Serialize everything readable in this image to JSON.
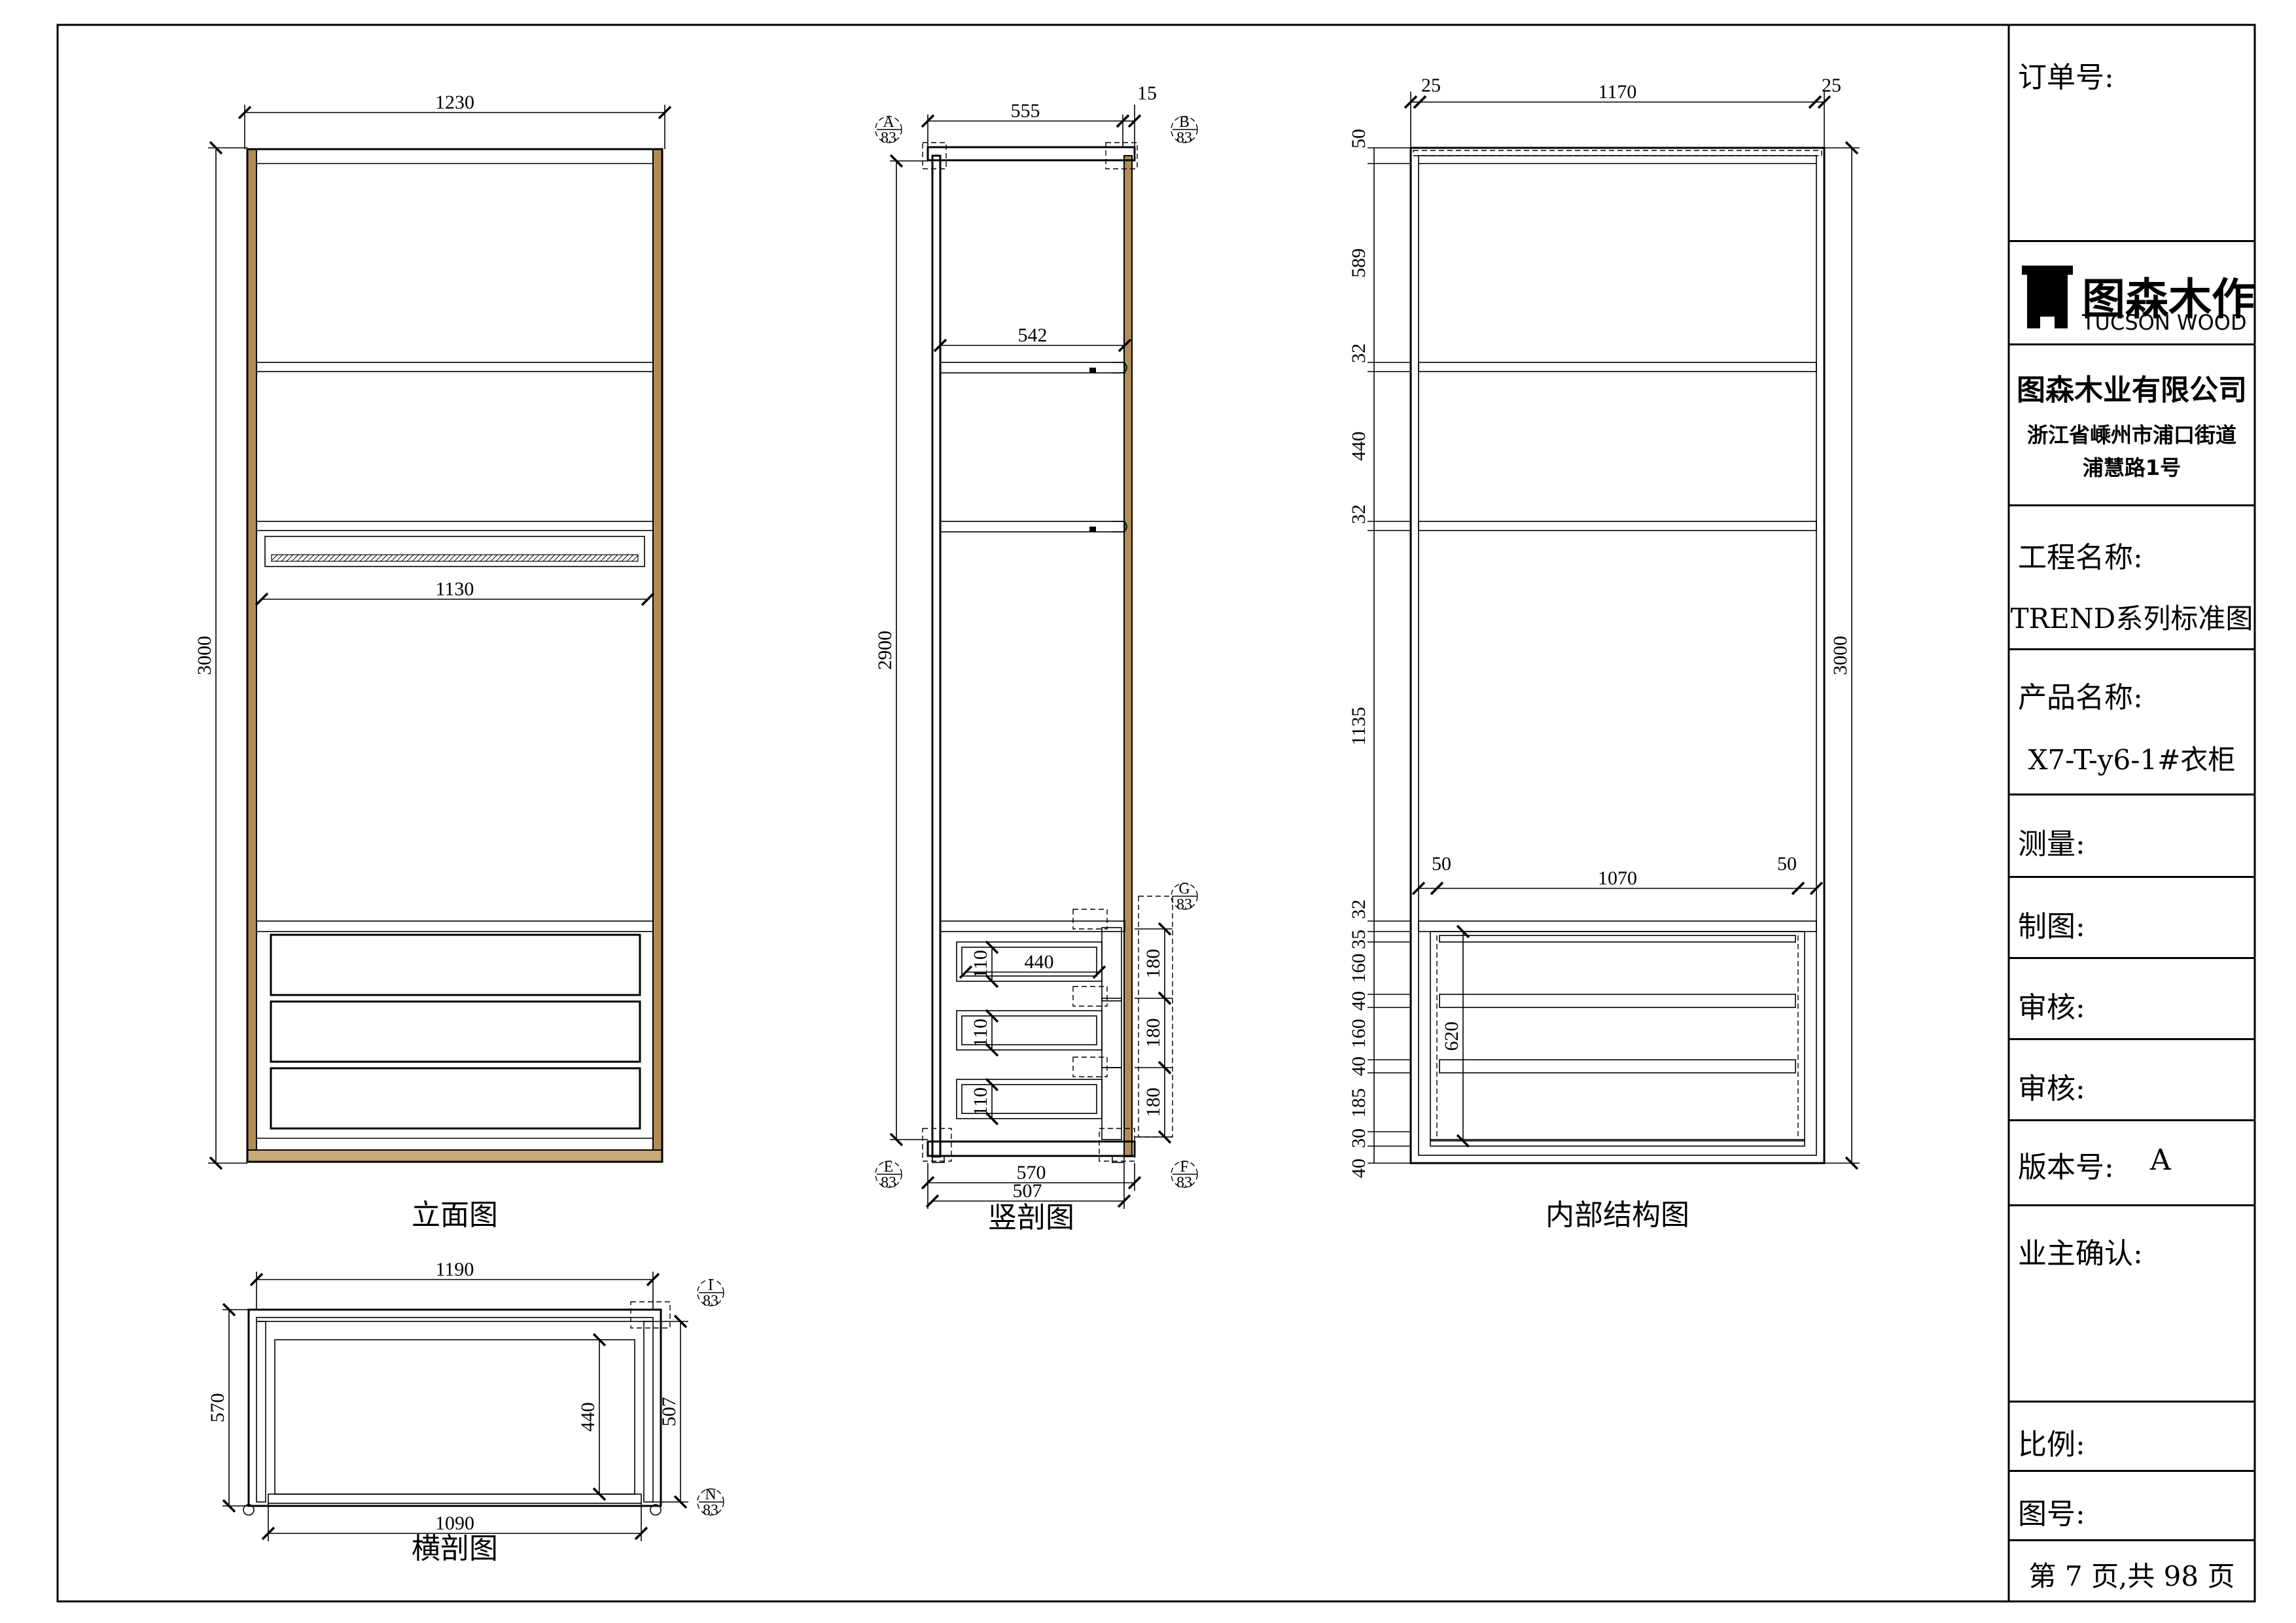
{
  "views": {
    "elevation": {
      "caption": "立面图",
      "dims": {
        "width": "1230",
        "height": "3000",
        "rail_width": "1130"
      }
    },
    "vertical_section": {
      "caption": "竖剖图",
      "dims": {
        "depth": "555",
        "edge": "15",
        "height": "2900",
        "shelf": "542",
        "base_outer": "570",
        "base_inner": "507",
        "drawer_depth": "440",
        "drawer_h1": "110",
        "drawer_h2": "110",
        "drawer_h3": "110",
        "front_h1": "180",
        "front_h2": "180",
        "front_h3": "180"
      },
      "callouts": [
        {
          "letter": "A",
          "num": "83"
        },
        {
          "letter": "B",
          "num": "83"
        },
        {
          "letter": "G",
          "num": "83"
        },
        {
          "letter": "E",
          "num": "83"
        },
        {
          "letter": "F",
          "num": "83"
        }
      ]
    },
    "internal": {
      "caption": "内部结构图",
      "dims": {
        "side_left": "25",
        "inner_width": "1170",
        "side_right": "25",
        "height": "3000",
        "inset_left": "50",
        "drawer_width": "1070",
        "inset_right": "50",
        "drawer_block": "620"
      },
      "vertical_chain": [
        "50",
        "589",
        "32",
        "440",
        "32",
        "1135",
        "32",
        "35",
        "160",
        "40",
        "160",
        "40",
        "185",
        "30",
        "40"
      ]
    },
    "horizontal_section": {
      "caption": "横剖图",
      "dims": {
        "width": "1190",
        "depth": "570",
        "drawer_depth": "440",
        "inner_depth": "507",
        "bottom": "1090"
      },
      "callouts": [
        {
          "letter": "I",
          "num": "83"
        },
        {
          "letter": "N",
          "num": "83"
        }
      ]
    }
  },
  "title_block": {
    "order_no_label": "订单号:",
    "brand_cn": "图森木作",
    "brand_en": "TUCSON WOOD",
    "company": "图森木业有限公司",
    "address_line1": "浙江省嵊州市浦口街道",
    "address_line2": "浦慧路1号",
    "project_label": "工程名称:",
    "project_value": "TREND系列标准图",
    "product_label": "产品名称:",
    "product_value": "X7-T-y6-1#衣柜",
    "measure_label": "测量:",
    "drawn_label": "制图:",
    "review1_label": "审核:",
    "review2_label": "审核:",
    "version_label": "版本号:",
    "version_value": "A",
    "owner_label": "业主确认:",
    "scale_label": "比例:",
    "drawing_no_label": "图号:",
    "page_info": "第 7 页,共 98 页"
  },
  "colors": {
    "line": "#000000",
    "wood": "#b08d57"
  }
}
